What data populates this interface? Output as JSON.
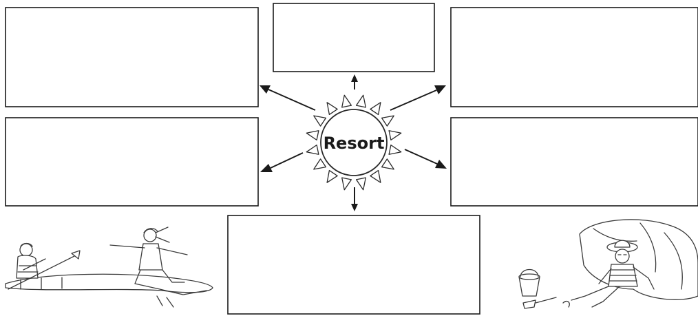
{
  "diagram": {
    "center_label": "Resort",
    "boxes": [
      {
        "id": "top-left",
        "text": ""
      },
      {
        "id": "top-center",
        "text": ""
      },
      {
        "id": "top-right",
        "text": ""
      },
      {
        "id": "middle-left",
        "text": ""
      },
      {
        "id": "middle-right",
        "text": ""
      },
      {
        "id": "bottom-center",
        "text": ""
      }
    ]
  },
  "illustrations": {
    "left": "kayaker-and-dancing-girl-illustration",
    "right": "girl-in-hat-with-sand-bucket-illustration"
  }
}
